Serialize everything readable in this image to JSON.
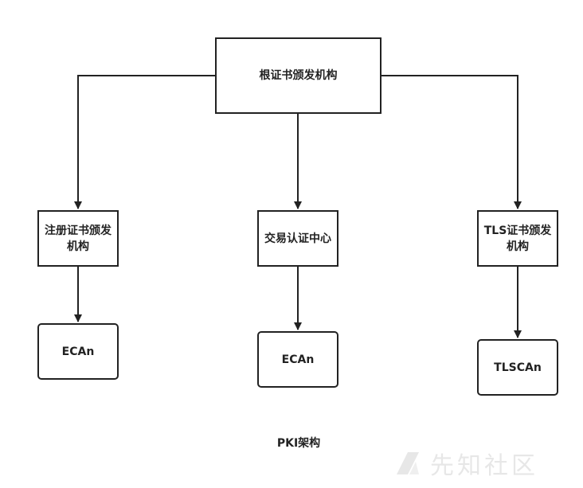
{
  "nodes": {
    "root": "根证书颁发机构",
    "registration": "注册证书颁发机构",
    "transaction": "交易认证中心",
    "tls": "TLS证书颁发机构",
    "ecan_left": "ECAn",
    "ecan_middle": "ECAn",
    "tlscan": "TLSCAn"
  },
  "caption": "PKI架构",
  "watermark": {
    "text": "先知社区",
    "icon": "logo-icon"
  },
  "colors": {
    "stroke": "#222222",
    "background": "#ffffff"
  }
}
